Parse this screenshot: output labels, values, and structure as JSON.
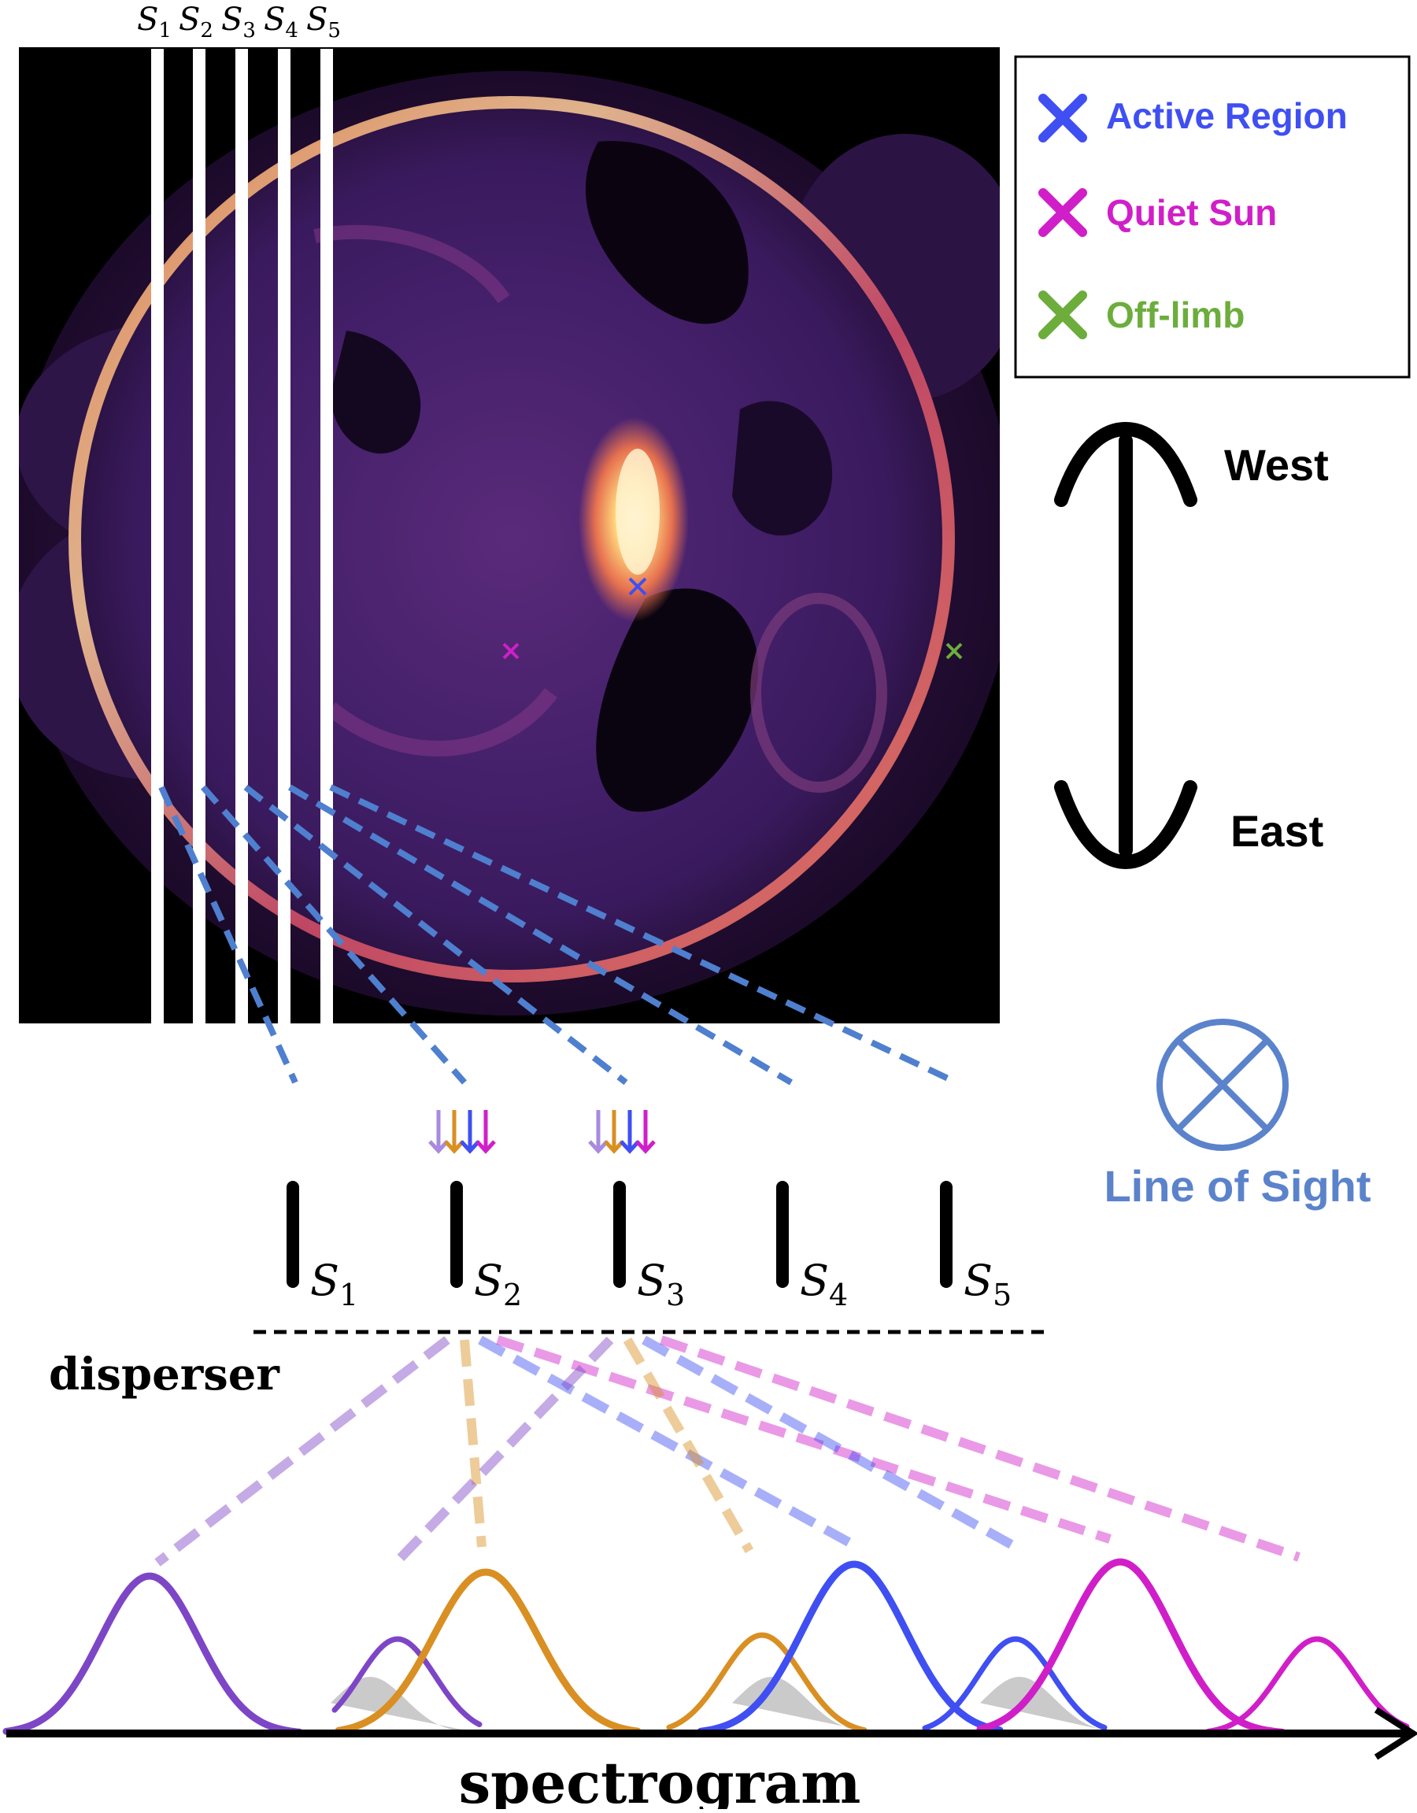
{
  "slit_labels": [
    "S1",
    "S2",
    "S3",
    "S4",
    "S5"
  ],
  "slit_label_parts": [
    {
      "base": "S",
      "sub": "1"
    },
    {
      "base": "S",
      "sub": "2"
    },
    {
      "base": "S",
      "sub": "3"
    },
    {
      "base": "S",
      "sub": "4"
    },
    {
      "base": "S",
      "sub": "5"
    }
  ],
  "legend": {
    "items": [
      {
        "label": "Active Region",
        "color": "#3f4ff2"
      },
      {
        "label": "Quiet Sun",
        "color": "#d01fc8"
      },
      {
        "label": "Off-limb",
        "color": "#6cad3c"
      }
    ]
  },
  "orientation": {
    "top": "West",
    "bottom": "East"
  },
  "line_of_sight": {
    "label": "Line of Sight",
    "color": "#5b83cc"
  },
  "disperser_label": "disperser",
  "spectrogram_label": "spectrogram",
  "colors": {
    "violet": "#7d46c6",
    "orange": "#d98f22",
    "blue": "#3f4ff2",
    "magenta": "#d01fc8",
    "sightline": "#4f7fcf",
    "shade": "#bdbdbd"
  }
}
